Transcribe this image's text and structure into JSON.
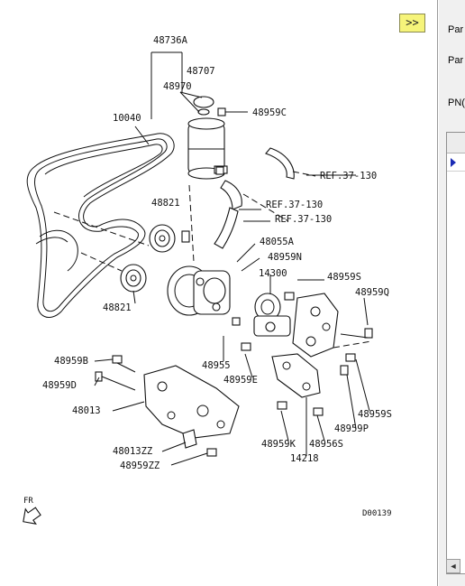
{
  "toolbar": {
    "next_label": ">>"
  },
  "side_panel": {
    "labels": [
      "Par",
      "Par",
      "PN("
    ],
    "grid_selected_row": "▶"
  },
  "diagram": {
    "figure_code": "D00139",
    "front_marker": "FR",
    "callouts": {
      "c48736A": "48736A",
      "c48707": "48707",
      "c48970": "48970",
      "c48959C": "48959C",
      "c10040": "10040",
      "cREF1": "REF.37-130",
      "c48821a": "48821",
      "cREF2": "REF.37-130",
      "cREF3": "REF.37-130",
      "c48055A": "48055A",
      "c48959N": "48959N",
      "c14300": "14300",
      "c48959S_a": "48959S",
      "c48959Q": "48959Q",
      "c48821b": "48821",
      "c48955": "48955",
      "c48959E": "48959E",
      "c48959B": "48959B",
      "c48959D": "48959D",
      "c48013": "48013",
      "c48959S_b": "48959S",
      "c48959P": "48959P",
      "c48959K": "48959K",
      "c48956S": "48956S",
      "c14218": "14218",
      "c48013ZZ": "48013ZZ",
      "c48959ZZ": "48959ZZ"
    }
  }
}
